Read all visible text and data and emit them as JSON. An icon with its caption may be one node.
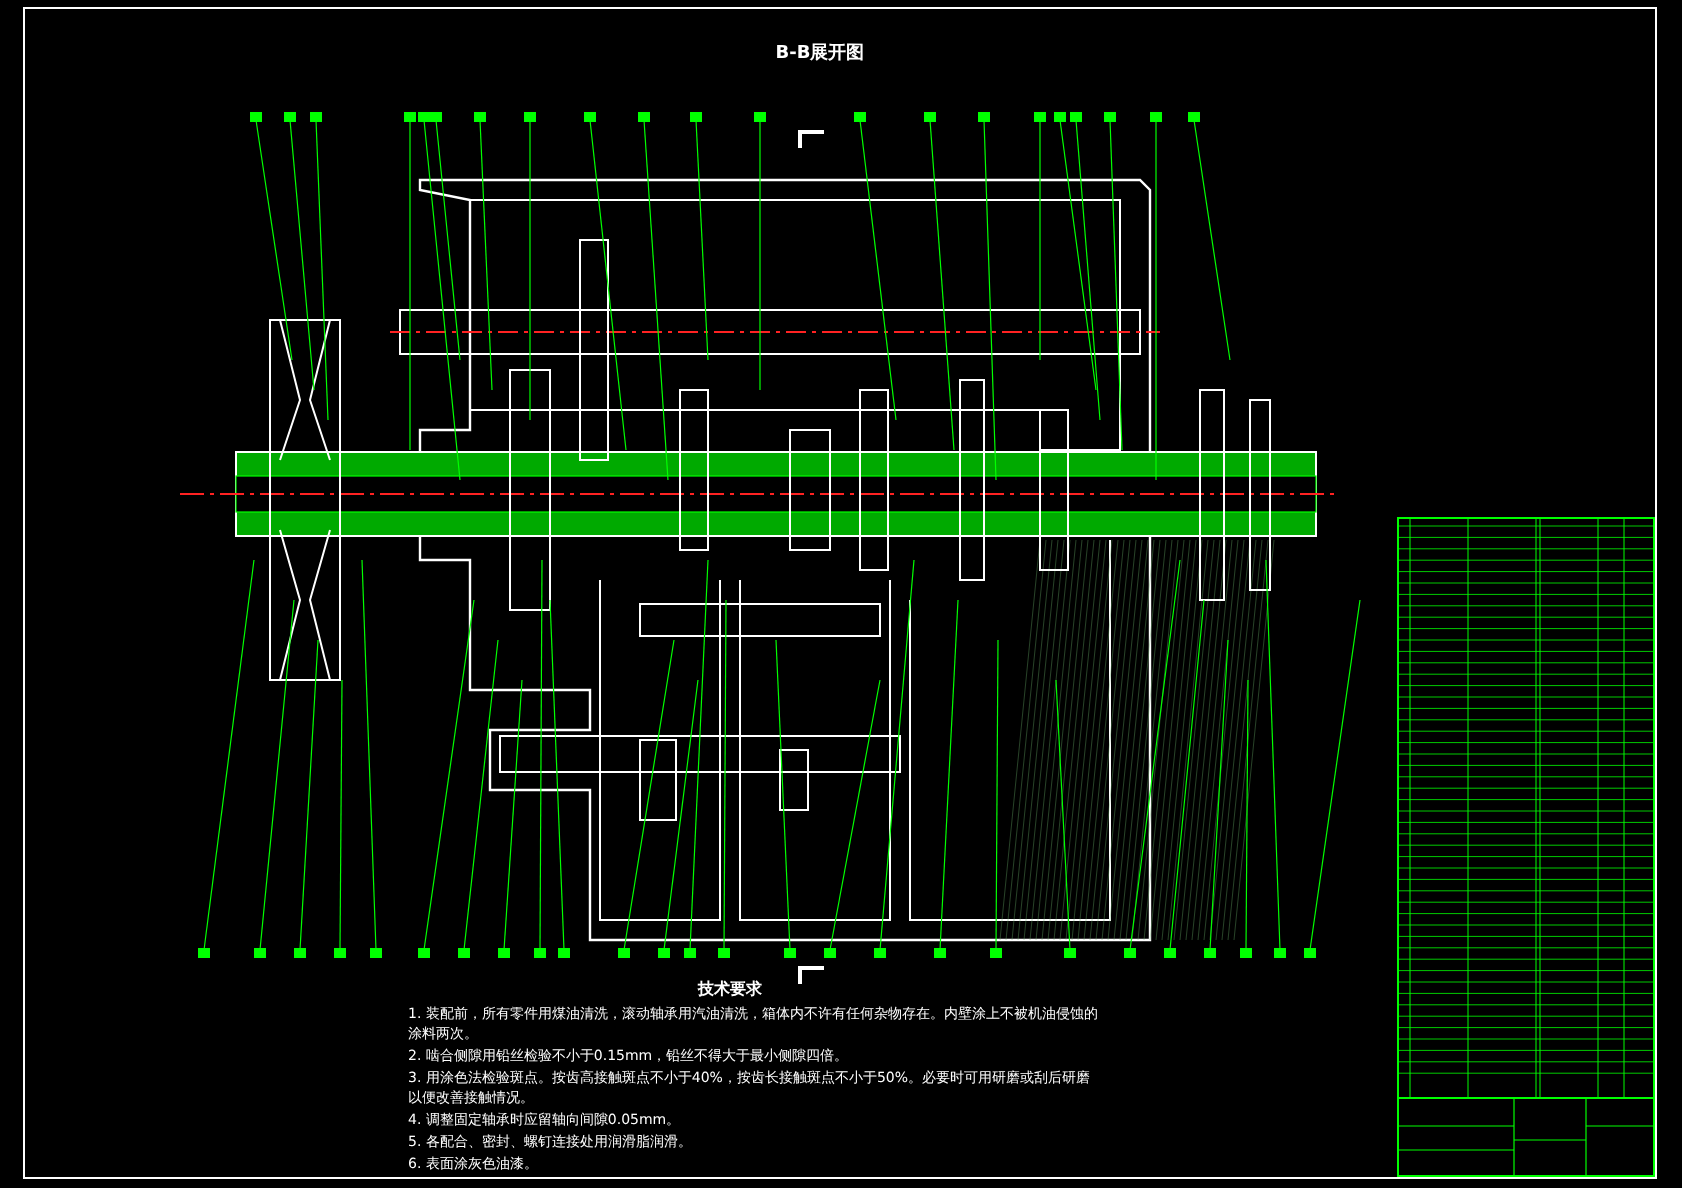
{
  "diagram": {
    "title": "B-B展开图",
    "labels": [
      "技术要求",
      "1. 装配前，所有零件用煤油清洗，滚动轴承用汽油清洗，箱体内不许有任何杂物存在。内壁涂上不被机油侵蚀的涂料两次。",
      "2. 啮合侧隙用铅丝检验不小于0.15mm，铅丝不得大于最小侧隙四倍。",
      "3. 用涂色法检验斑点。按齿高接触斑点不小于40%，按齿长接触斑点不小于50%。必要时可用研磨或刮后研磨以便改善接触情况。",
      "4. 调整固定轴承时应留轴向间隙0.05mm。",
      "5. 各配合、密封、螺钉连接处用润滑脂润滑。",
      "6. 表面涂灰色油漆。"
    ]
  }
}
